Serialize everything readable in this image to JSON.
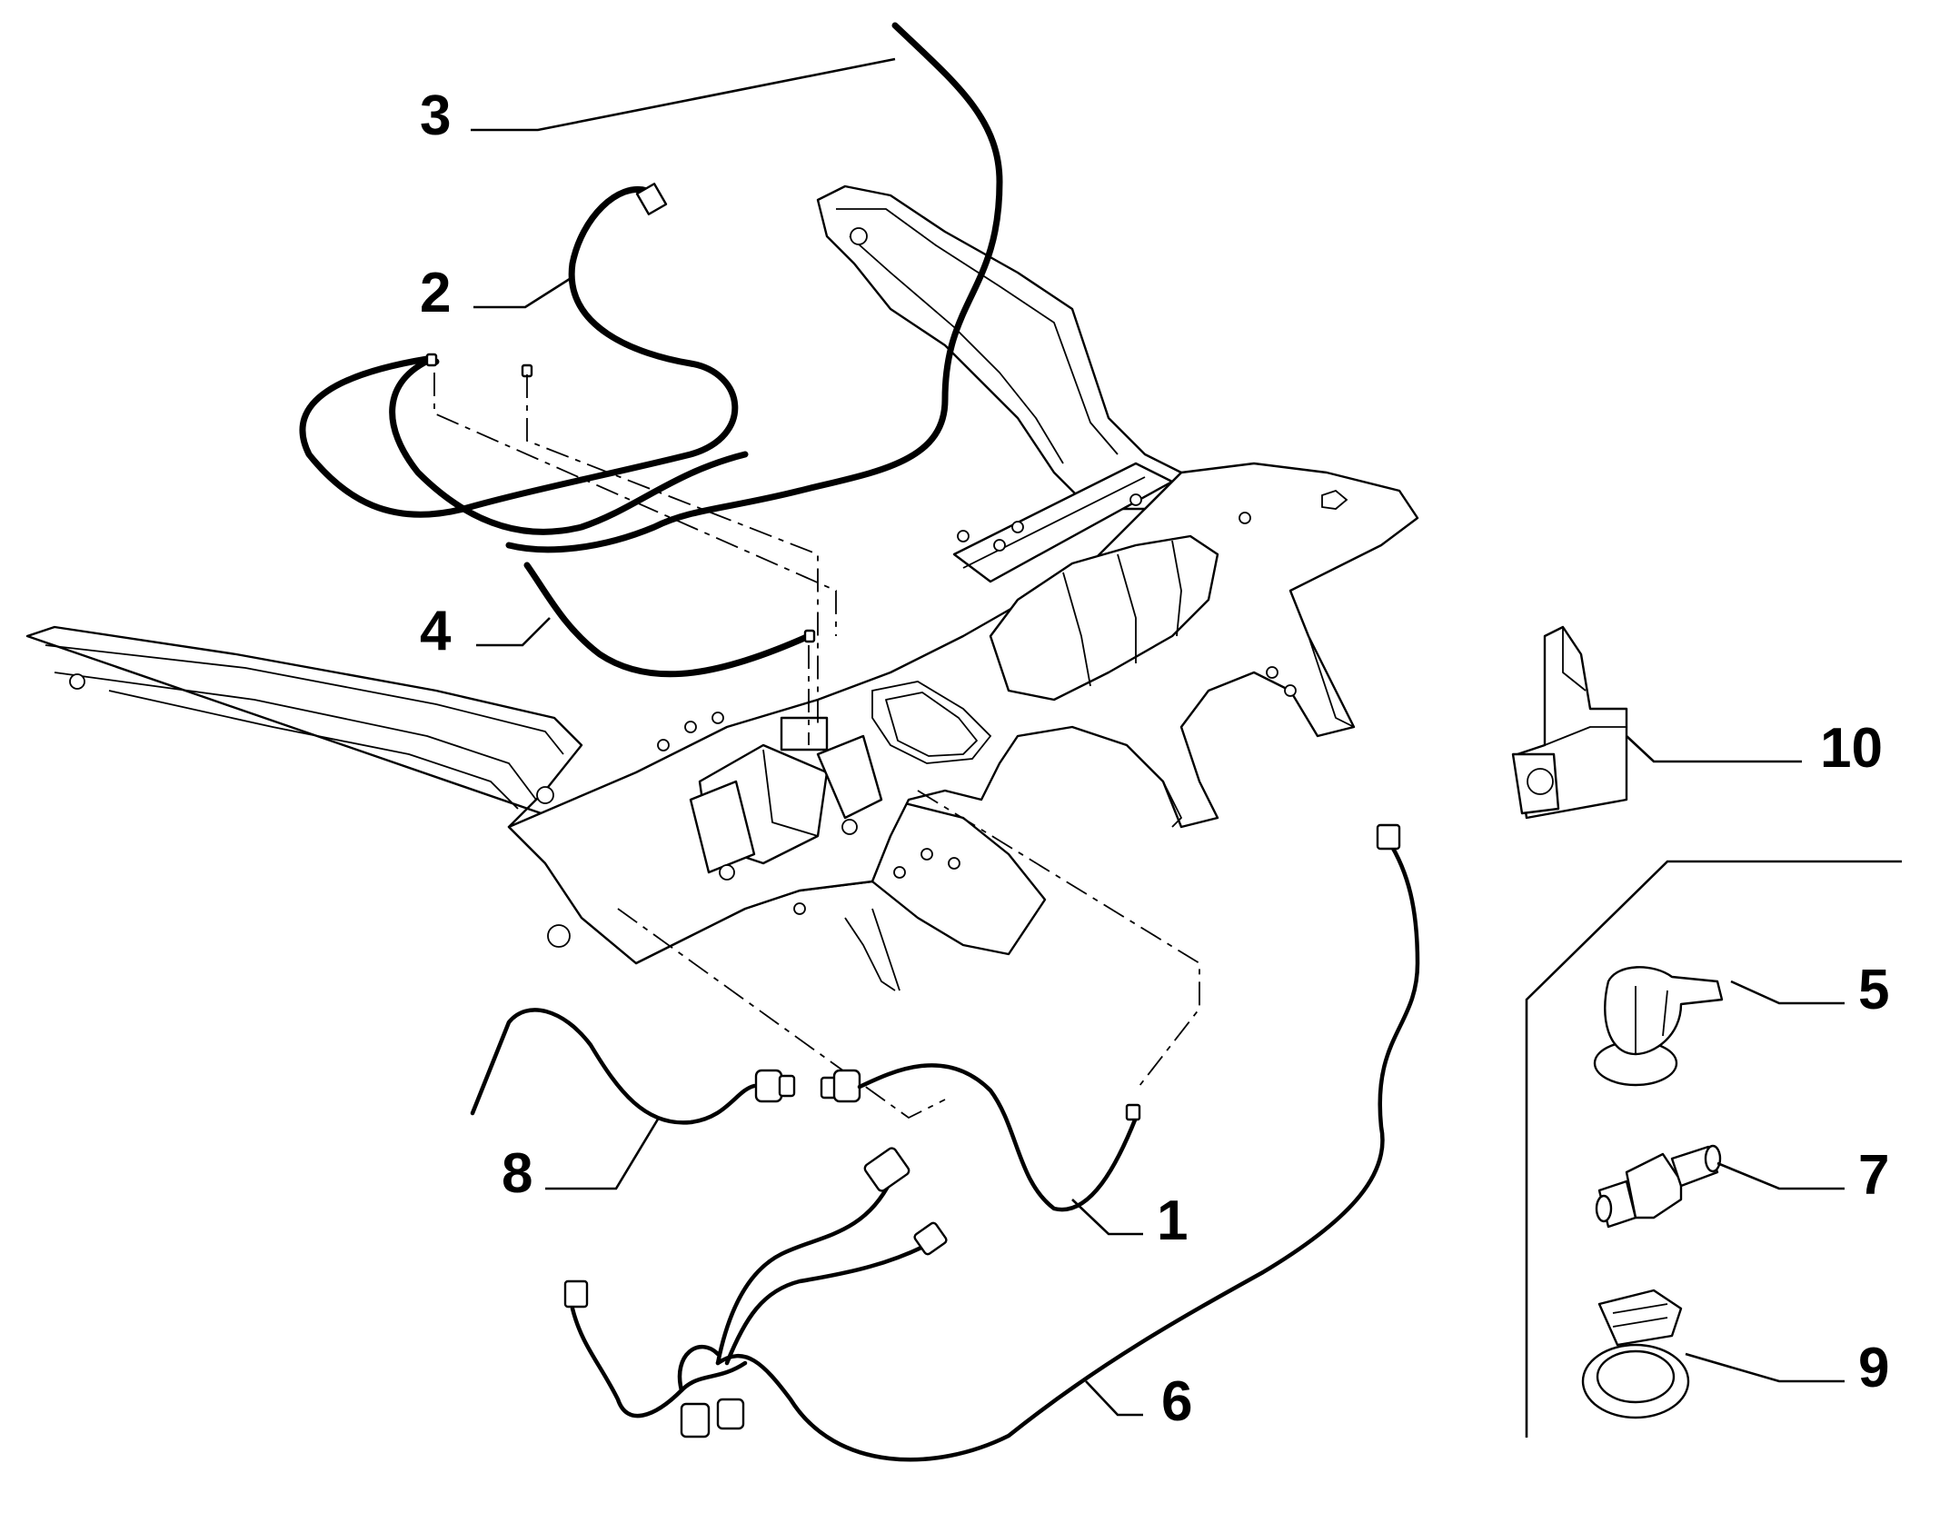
{
  "diagram": {
    "callouts": [
      {
        "id": "c1",
        "label": "1"
      },
      {
        "id": "c2",
        "label": "2"
      },
      {
        "id": "c3",
        "label": "3"
      },
      {
        "id": "c4",
        "label": "4"
      },
      {
        "id": "c5",
        "label": "5"
      },
      {
        "id": "c6",
        "label": "6"
      },
      {
        "id": "c7",
        "label": "7"
      },
      {
        "id": "c8",
        "label": "8"
      },
      {
        "id": "c9",
        "label": "9"
      },
      {
        "id": "c10",
        "label": "10"
      }
    ]
  }
}
